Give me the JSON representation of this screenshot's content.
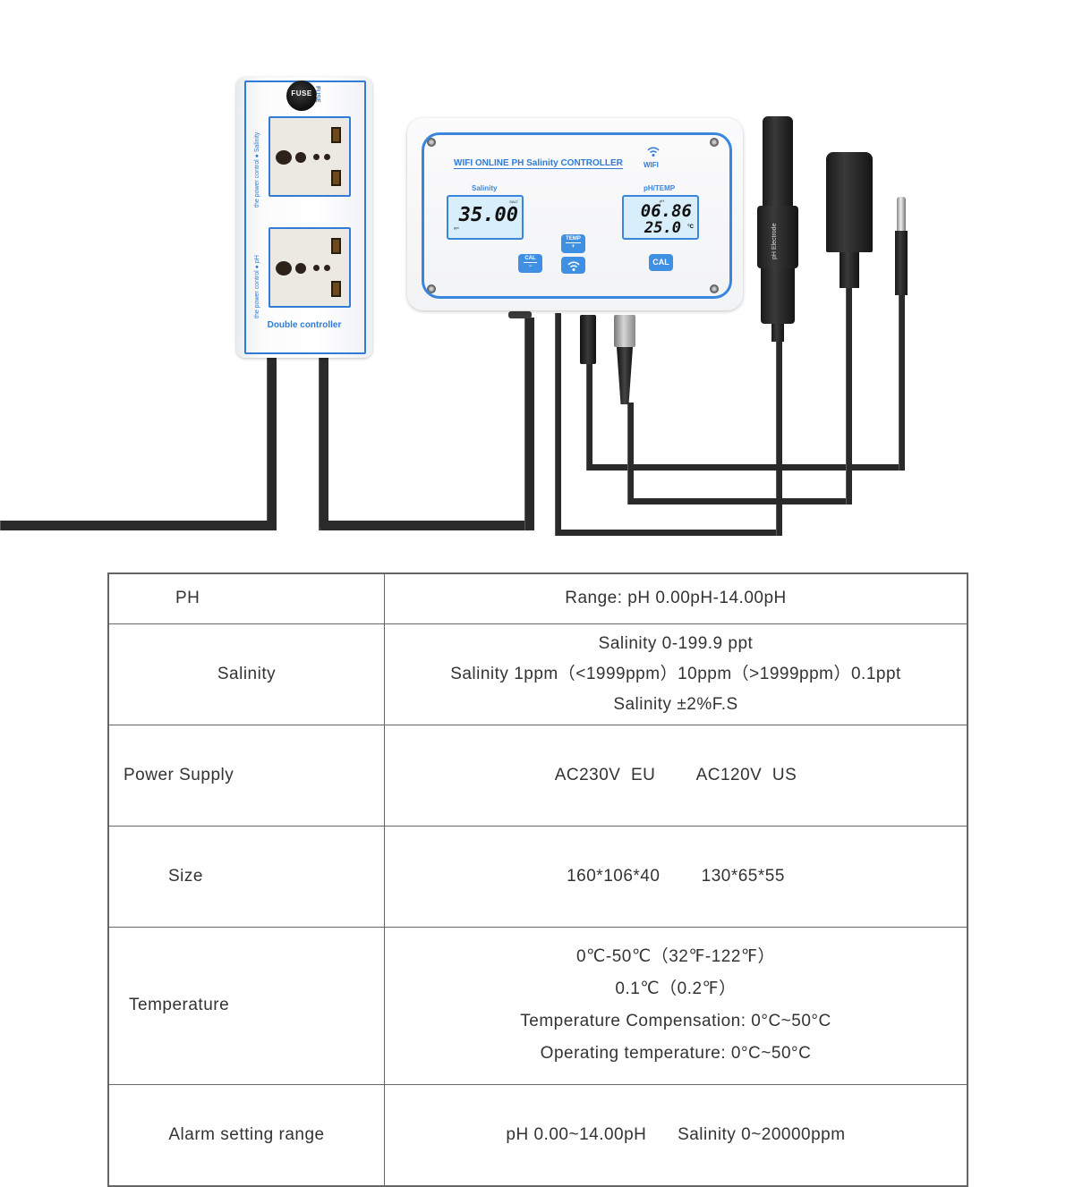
{
  "illustration": {
    "controller": {
      "title": "WIFI ONLINE PH Salinity CONTROLLER",
      "wifi_label": "WIFI",
      "salinity_panel": {
        "label": "Salinity",
        "reading": "35.00",
        "unit_top": "SALT",
        "unit_bottom": "ppt"
      },
      "ph_panel": {
        "label": "pH/TEMP",
        "unit_top": "pH",
        "ph_reading": "06.86",
        "temp_reading": "25.0",
        "temp_unit": "°C"
      },
      "buttons": {
        "temp_plus_top": "TEMP",
        "temp_plus_bottom": "+",
        "cal_minus_top": "CAL",
        "cal_minus_bottom": "−",
        "cal": "CAL"
      },
      "accent_color": "#3a86dc",
      "lcd_color": "#d8eefa"
    },
    "socket_box": {
      "fuse_label": "FUSE",
      "fuse_side_label": "FUSE",
      "salinity_control_label": "the power control",
      "salinity_control_target": "Salinity",
      "ph_control_label": "the power control",
      "ph_control_target": "pH",
      "footer_label": "Double controller"
    },
    "probe": {
      "ph_electrode_label": "pH Electrode"
    }
  },
  "spec_table": {
    "rows": [
      {
        "label": "PH",
        "values": [
          "Range: pH  0.00pH-14.00pH"
        ]
      },
      {
        "label": "Salinity",
        "values": [
          "Salinity  0-199.9 ppt",
          "Salinity  1ppm（<1999ppm）10ppm（>1999ppm）0.1ppt",
          "Salinity  ±2%F.S"
        ]
      },
      {
        "label": "Power Supply",
        "values": [
          "AC230V  EU        AC120V  US"
        ]
      },
      {
        "label": "Size",
        "values": [
          "160*106*40        130*65*55"
        ]
      },
      {
        "label": "Temperature",
        "values": [
          "0℃-50℃（32℉-122℉）",
          "0.1℃（0.2℉）",
          "Temperature Compensation: 0°C~50°C",
          "Operating temperature: 0°C~50°C"
        ]
      },
      {
        "label": "Alarm setting range",
        "values": [
          "pH 0.00~14.00pH      Salinity 0~20000ppm"
        ]
      }
    ]
  }
}
